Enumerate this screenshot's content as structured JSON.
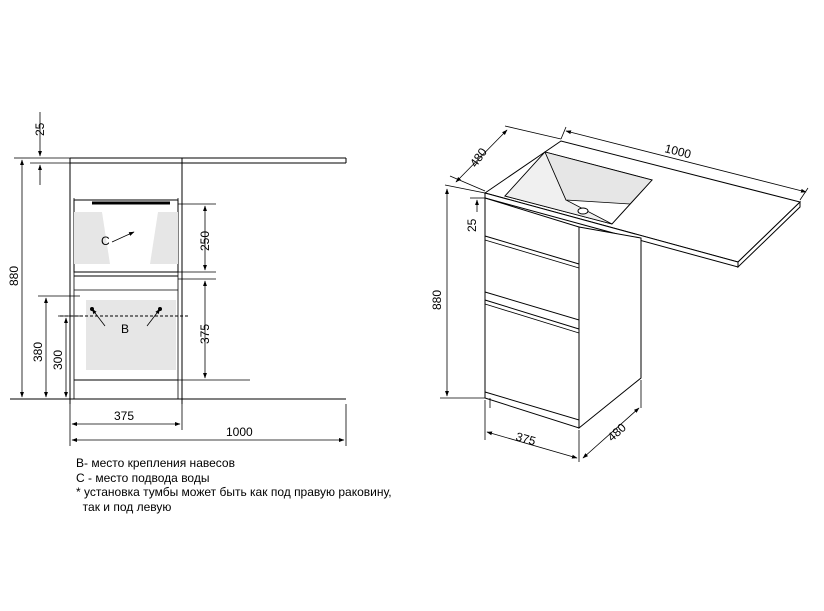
{
  "front_view": {
    "dim_top": "25",
    "dim_total_height": "880",
    "dim_upper_drawer": "250",
    "dim_lower_drawer": "375",
    "dim_hinge_height": "380",
    "dim_inner_height": "300",
    "dim_cabinet_width": "375",
    "dim_total_width": "1000",
    "label_water": "C",
    "label_hinge": "B"
  },
  "iso_view": {
    "dim_depth_top": "480",
    "dim_length_top": "1000",
    "dim_top": "25",
    "dim_height": "880",
    "dim_width": "375",
    "dim_depth_bottom": "480"
  },
  "notes": [
    "B- место крепления навесов",
    "C - место подвода воды",
    "* установка тумбы может быть как под правую раковину,",
    "  так и под левую"
  ],
  "colors": {
    "line": "#000000",
    "panel_fill": "#e6e6e6",
    "background": "#ffffff"
  }
}
